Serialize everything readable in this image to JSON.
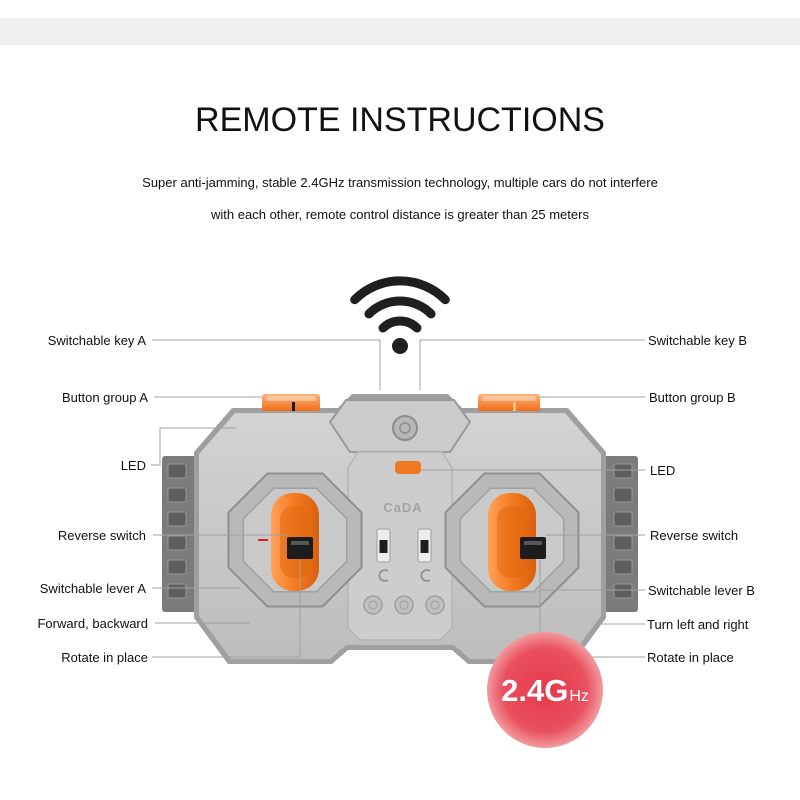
{
  "header": {
    "title": "REMOTE INSTRUCTIONS",
    "subtitle_lines": [
      "Super anti-jamming, stable 2.4GHz transmission technology, multiple cars do not interfere",
      "with each other, remote control distance is greater than 25 meters"
    ]
  },
  "icons": {
    "signal": "wifi-signal-icon",
    "center_button": "power-button-icon",
    "lower_buttons": "round-button-icon"
  },
  "remote": {
    "logo": "CaDA"
  },
  "callouts": {
    "left": [
      "Switchable key A",
      "Button group A",
      "LED",
      "Reverse switch",
      "Switchable lever A",
      "Forward, backward",
      "Rotate in place"
    ],
    "right": [
      "Switchable key B",
      "Button group B",
      "LED",
      "Reverse switch",
      "Switchable lever B",
      "Turn left and right",
      "Rotate in place"
    ]
  },
  "badge": {
    "value": "2.4G",
    "unit": "Hz"
  },
  "colors": {
    "accent_orange": "#f47a22",
    "led": "#f07a24",
    "badge": "#e9505e",
    "body_gray": "#bdbdbd"
  }
}
